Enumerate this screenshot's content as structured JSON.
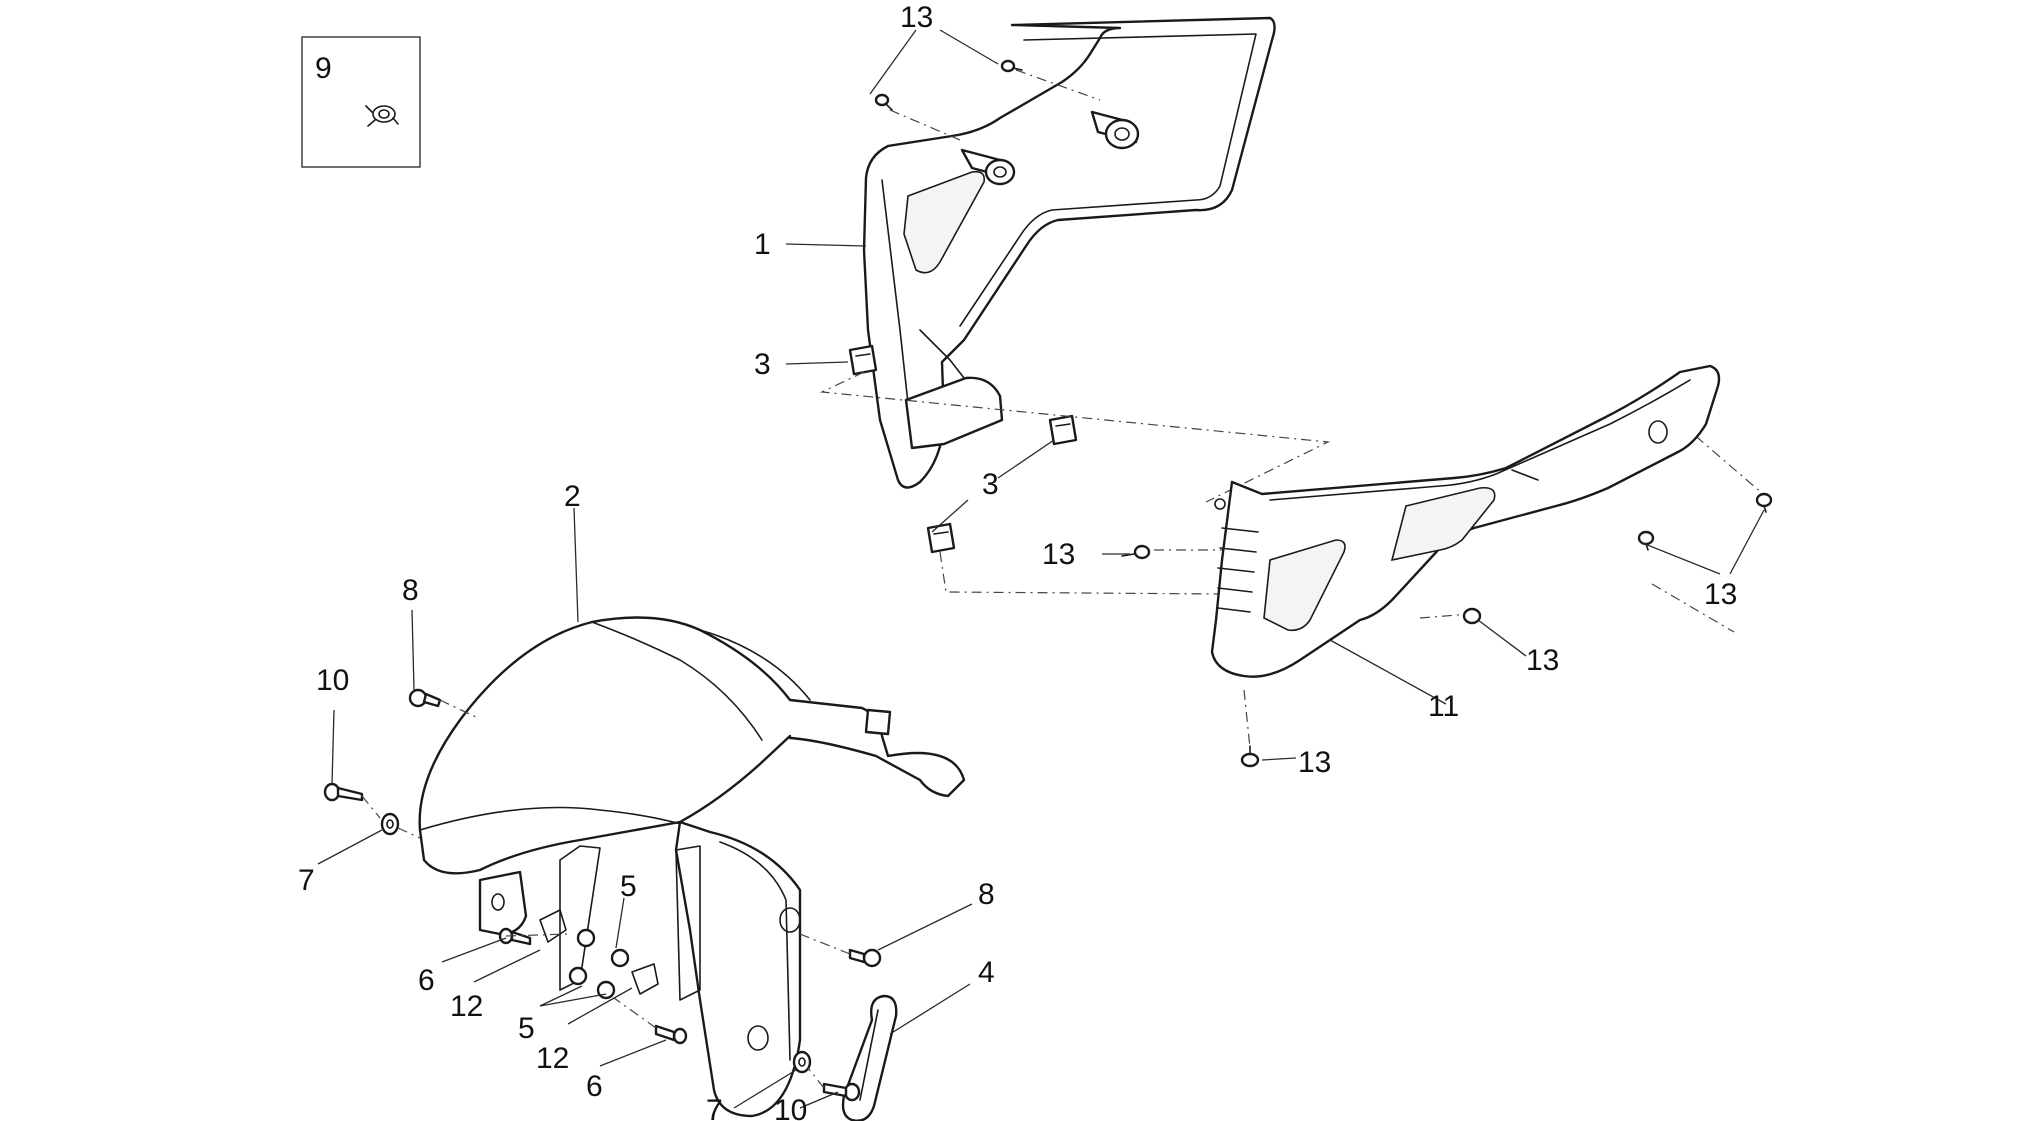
{
  "diagram": {
    "type": "exploded-parts-diagram",
    "callouts": [
      {
        "id": "c9",
        "label": "9"
      },
      {
        "id": "c13a",
        "label": "13"
      },
      {
        "id": "c1",
        "label": "1"
      },
      {
        "id": "c3a",
        "label": "3"
      },
      {
        "id": "c3b",
        "label": "3"
      },
      {
        "id": "c13b",
        "label": "13"
      },
      {
        "id": "c13c",
        "label": "13"
      },
      {
        "id": "c13d",
        "label": "13"
      },
      {
        "id": "c13e",
        "label": "13"
      },
      {
        "id": "c11",
        "label": "11"
      },
      {
        "id": "c2",
        "label": "2"
      },
      {
        "id": "c8a",
        "label": "8"
      },
      {
        "id": "c10a",
        "label": "10"
      },
      {
        "id": "c7a",
        "label": "7"
      },
      {
        "id": "c5a",
        "label": "5"
      },
      {
        "id": "c6a",
        "label": "6"
      },
      {
        "id": "c12a",
        "label": "12"
      },
      {
        "id": "c5b",
        "label": "5"
      },
      {
        "id": "c12b",
        "label": "12"
      },
      {
        "id": "c6b",
        "label": "6"
      },
      {
        "id": "c8b",
        "label": "8"
      },
      {
        "id": "c4",
        "label": "4"
      },
      {
        "id": "c7b",
        "label": "7"
      },
      {
        "id": "c10b",
        "label": "10"
      }
    ],
    "colors": {
      "line": "#1a1a1a",
      "background": "#ffffff"
    }
  }
}
